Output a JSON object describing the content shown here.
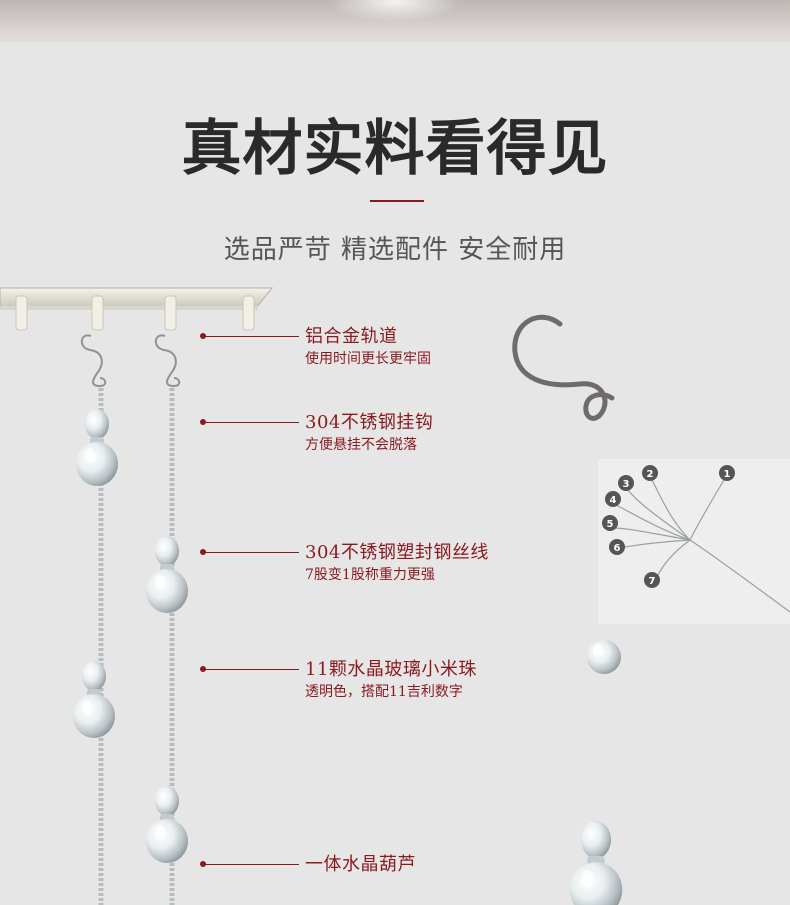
{
  "header": {
    "title": "真材实料看得见",
    "subtitle": "选品严苛 精选配件 安全耐用"
  },
  "features": [
    {
      "title": "铝合金轨道",
      "desc": "使用时间更长更牢固"
    },
    {
      "title": "304不锈钢挂钩",
      "desc": "方便悬挂不会脱落"
    },
    {
      "title": "304不锈钢塑封钢丝线",
      "desc": "7股变1股称重力更强"
    },
    {
      "title": "11颗水晶玻璃小米珠",
      "desc": "透明色，搭配11吉利数字"
    },
    {
      "title": "一体水晶葫芦",
      "desc": ""
    }
  ],
  "wire_strands": [
    "1",
    "2",
    "3",
    "4",
    "5",
    "6",
    "7"
  ],
  "colors": {
    "accent": "#8b1a1f",
    "background": "#e6e6e6",
    "title": "#2a2a2a"
  }
}
